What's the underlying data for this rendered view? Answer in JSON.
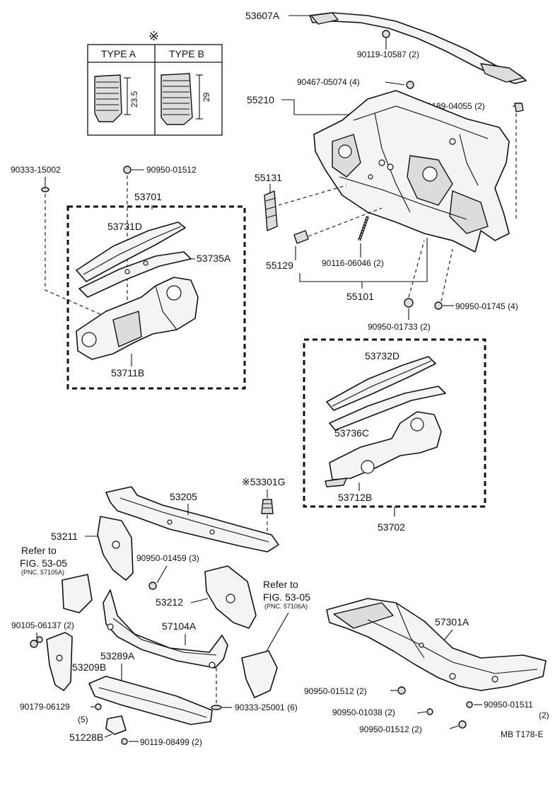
{
  "table": {
    "mark": "※",
    "type_a": "TYPE A",
    "type_b": "TYPE B",
    "dim_a": "23.5",
    "dim_b": "29"
  },
  "labels": {
    "p53607A": "53607A",
    "p90119_10587": "90119-10587 (2)",
    "p90467_05074": "90467-05074 (4)",
    "p55210": "55210",
    "p90189_04055": "90189-04055 (2)",
    "p90333_15002": "90333-15002",
    "p90950_01512_top": "90950-01512",
    "p55131": "55131",
    "p53701": "53701",
    "p53731D": "53731D",
    "p53735A": "53735A",
    "p55129": "55129",
    "p90116_06046": "90116-06046 (2)",
    "p55101": "55101",
    "p90950_01745": "90950-01745 (4)",
    "p90950_01733": "90950-01733 (2)",
    "p53711B": "53711B",
    "p53732D": "53732D",
    "p53736C": "53736C",
    "p53712B": "53712B",
    "p53702": "53702",
    "p53301G": "※53301G",
    "p53205": "53205",
    "p53211": "53211",
    "p90950_01459": "90950-01459 (3)",
    "p53212": "53212",
    "p57104A": "57104A",
    "p90105_06137": "90105-06137 (2)",
    "p53289A": "53289A",
    "p53209B": "53209B",
    "p90179_06129": "90179-06129",
    "p90179_qty": "(5)",
    "p51228B": "51228B",
    "p90119_08499": "90119-08499 (2)",
    "p90333_25001": "90333-25001 (6)",
    "p57301A": "57301A",
    "p90950_01512_a": "90950-01512 (2)",
    "p90950_01038": "90950-01038 (2)",
    "p90950_01511": "90950-01511",
    "p90950_01511_qty": "(2)",
    "p90950_01512_b": "90950-01512 (2)",
    "code": "MB T178-E"
  },
  "refer_left": {
    "line1": "Refer to",
    "line2": "FIG. 53-05",
    "pnc": "(PNC. 57105A)"
  },
  "refer_right": {
    "line1": "Refer to",
    "line2": "FIG. 53-05",
    "pnc": "(PNC. 57106A)"
  }
}
